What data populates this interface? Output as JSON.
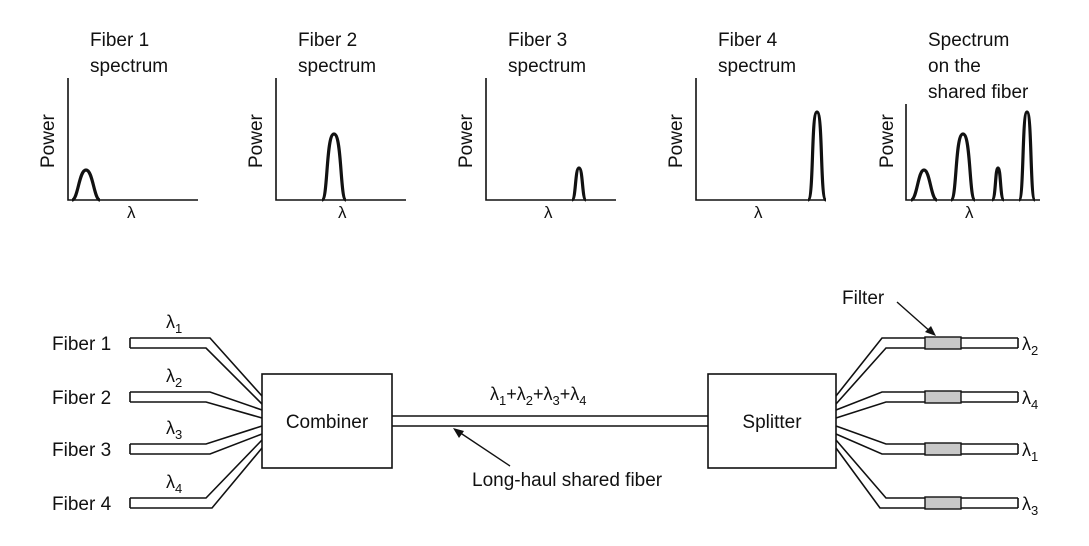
{
  "spectra": [
    {
      "title_line1": "Fiber 1",
      "title_line2": "spectrum",
      "title_line3": "",
      "ylabel": "Power",
      "xlabel": "λ"
    },
    {
      "title_line1": "Fiber 2",
      "title_line2": "spectrum",
      "title_line3": "",
      "ylabel": "Power",
      "xlabel": "λ"
    },
    {
      "title_line1": "Fiber 3",
      "title_line2": "spectrum",
      "title_line3": "",
      "ylabel": "Power",
      "xlabel": "λ"
    },
    {
      "title_line1": "Fiber 4",
      "title_line2": "spectrum",
      "title_line3": "",
      "ylabel": "Power",
      "xlabel": "λ"
    },
    {
      "title_line1": "Spectrum",
      "title_line2": "on the",
      "title_line3": "shared fiber",
      "ylabel": "Power",
      "xlabel": "λ"
    }
  ],
  "inputs": [
    {
      "label": "Fiber 1",
      "lambda": "1"
    },
    {
      "label": "Fiber 2",
      "lambda": "2"
    },
    {
      "label": "Fiber 3",
      "lambda": "3"
    },
    {
      "label": "Fiber 4",
      "lambda": "4"
    }
  ],
  "combiner_label": "Combiner",
  "splitter_label": "Splitter",
  "shared_sum": [
    "1",
    "2",
    "3",
    "4"
  ],
  "lambda_symbol": "λ",
  "plus": "+",
  "long_haul_label": "Long-haul shared fiber",
  "filter_label": "Filter",
  "outputs": [
    "2",
    "4",
    "1",
    "3"
  ],
  "colors": {
    "ink": "#111111",
    "filter_fill": "#c8c8c8"
  }
}
